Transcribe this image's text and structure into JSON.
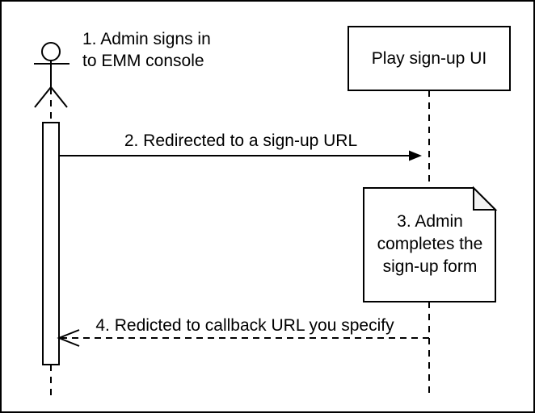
{
  "diagram": {
    "type": "sequence-diagram",
    "colors": {
      "stroke": "#000000",
      "background": "#ffffff",
      "note_fold": "#f2f2f2"
    },
    "icons": {
      "actor": "stick-figure"
    },
    "actor": {
      "label": {
        "line1": "1. Admin signs in",
        "line2": "to EMM console"
      }
    },
    "participant": {
      "label": "Play sign-up UI"
    },
    "messages": {
      "msg2": {
        "label": "2. Redirected to a sign-up URL",
        "line_style": "solid",
        "arrowhead": "filled",
        "direction": "left-to-right"
      },
      "msg4": {
        "label": "4. Redicted to callback URL you specify",
        "line_style": "dashed",
        "arrowhead": "open",
        "direction": "right-to-left"
      }
    },
    "note": {
      "line1": "3. Admin",
      "line2": "completes the",
      "line3": "sign-up form"
    }
  }
}
